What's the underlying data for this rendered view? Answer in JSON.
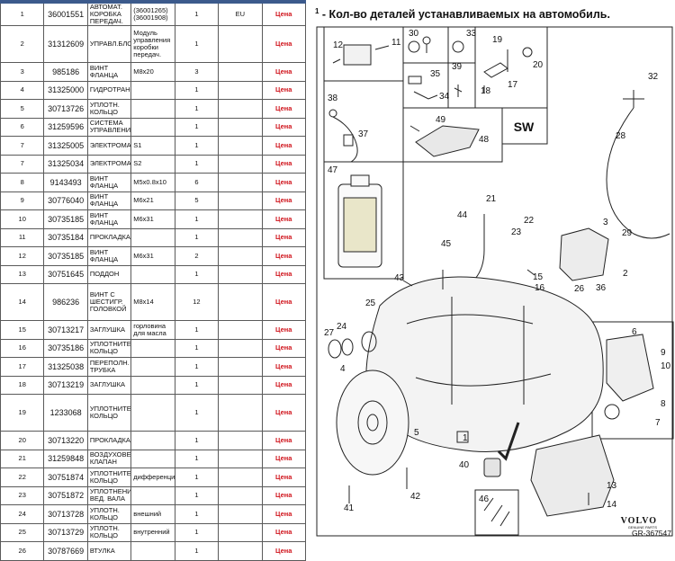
{
  "table": {
    "rows": [
      {
        "no": "1",
        "part": "36001551",
        "desc": "АВТОМАТ. КОРОБКА ПЕРЕДАЧ.",
        "note": "(36001265) (36001908)",
        "qty": "1",
        "market": "EU",
        "price": "Цена"
      },
      {
        "no": "2",
        "part": "31312609",
        "desc": "УПРАВЛ.БЛОК",
        "note": "Модуль управления коробки передач.",
        "qty": "1",
        "market": "",
        "price": "Цена"
      },
      {
        "no": "3",
        "part": "985186",
        "desc": "ВИНТ ФЛАНЦА",
        "note": "M8x20",
        "qty": "3",
        "market": "",
        "price": "Цена"
      },
      {
        "no": "4",
        "part": "31325000",
        "desc": "ГИДРОТРАНСФОРМАТОР",
        "note": "",
        "qty": "1",
        "market": "",
        "price": "Цена"
      },
      {
        "no": "5",
        "part": "30713726",
        "desc": "УПЛОТН. КОЛЬЦО",
        "note": "",
        "qty": "1",
        "market": "",
        "price": "Цена"
      },
      {
        "no": "6",
        "part": "31259596",
        "desc": "СИСТЕМА УПРАВЛЕНИЯ",
        "note": "",
        "qty": "1",
        "market": "",
        "price": "Цена"
      },
      {
        "no": "7",
        "part": "31325005",
        "desc": "ЭЛЕКТРОМАГНИТ",
        "note": "S1",
        "qty": "1",
        "market": "",
        "price": "Цена"
      },
      {
        "no": "7",
        "part": "31325034",
        "desc": "ЭЛЕКТРОМАГНИТ",
        "note": "S2",
        "qty": "1",
        "market": "",
        "price": "Цена"
      },
      {
        "no": "8",
        "part": "9143493",
        "desc": "ВИНТ ФЛАНЦА",
        "note": "M5x0.8x10",
        "qty": "6",
        "market": "",
        "price": "Цена"
      },
      {
        "no": "9",
        "part": "30776040",
        "desc": "ВИНТ ФЛАНЦА",
        "note": "M6x21",
        "qty": "5",
        "market": "",
        "price": "Цена"
      },
      {
        "no": "10",
        "part": "30735185",
        "desc": "ВИНТ ФЛАНЦА",
        "note": "M6x31",
        "qty": "1",
        "market": "",
        "price": "Цена"
      },
      {
        "no": "11",
        "part": "30735184",
        "desc": "ПРОКЛАДКА",
        "note": "",
        "qty": "1",
        "market": "",
        "price": "Цена"
      },
      {
        "no": "12",
        "part": "30735185",
        "desc": "ВИНТ ФЛАНЦА",
        "note": "M6x31",
        "qty": "2",
        "market": "",
        "price": "Цена"
      },
      {
        "no": "13",
        "part": "30751645",
        "desc": "ПОДДОН",
        "note": "",
        "qty": "1",
        "market": "",
        "price": "Цена"
      },
      {
        "no": "14",
        "part": "986236",
        "desc": "ВИНТ С ШЕСТИГР. ГОЛОВКОЙ",
        "note": "M8x14",
        "qty": "12",
        "market": "",
        "price": "Цена"
      },
      {
        "no": "15",
        "part": "30713217",
        "desc": "ЗАГЛУШКА",
        "note": "горловина для масла",
        "qty": "1",
        "market": "",
        "price": "Цена"
      },
      {
        "no": "16",
        "part": "30735186",
        "desc": "УПЛОТНИТЕЛЬНОЕ КОЛЬЦО",
        "note": "",
        "qty": "1",
        "market": "",
        "price": "Цена"
      },
      {
        "no": "17",
        "part": "31325038",
        "desc": "ПЕРЕПОЛН. ТРУБКА",
        "note": "",
        "qty": "1",
        "market": "",
        "price": "Цена"
      },
      {
        "no": "18",
        "part": "30713219",
        "desc": "ЗАГЛУШКА",
        "note": "",
        "qty": "1",
        "market": "",
        "price": "Цена"
      },
      {
        "no": "19",
        "part": "1233068",
        "desc": "УПЛОТНИТЕЛЬНОЕ КОЛЬЦО",
        "note": "",
        "qty": "1",
        "market": "",
        "price": "Цена"
      },
      {
        "no": "20",
        "part": "30713220",
        "desc": "ПРОКЛАДКА",
        "note": "",
        "qty": "1",
        "market": "",
        "price": "Цена"
      },
      {
        "no": "21",
        "part": "31259848",
        "desc": "ВОЗДУХОВЕНТИЛ. КЛАПАН",
        "note": "",
        "qty": "1",
        "market": "",
        "price": "Цена"
      },
      {
        "no": "22",
        "part": "30751874",
        "desc": "УПЛОТНИТЕЛЬНОЕ КОЛЬЦО",
        "note": "дифференциал",
        "qty": "1",
        "market": "",
        "price": "Цена"
      },
      {
        "no": "23",
        "part": "30751872",
        "desc": "УПЛОТНЕНИЕ ВЕД. ВАЛА",
        "note": "",
        "qty": "1",
        "market": "",
        "price": "Цена"
      },
      {
        "no": "24",
        "part": "30713728",
        "desc": "УПЛОТН. КОЛЬЦО",
        "note": "внешний",
        "qty": "1",
        "market": "",
        "price": "Цена"
      },
      {
        "no": "25",
        "part": "30713729",
        "desc": "УПЛОТН. КОЛЬЦО",
        "note": "внутренний",
        "qty": "1",
        "market": "",
        "price": "Цена"
      },
      {
        "no": "26",
        "part": "30787669",
        "desc": "ВТУЛКА",
        "note": "",
        "qty": "1",
        "market": "",
        "price": "Цена"
      }
    ]
  },
  "diagram": {
    "footnote_marker": "1",
    "footnote_text": " - Кол-во деталей устанавливаемых на автомобиль.",
    "callouts": [
      "1",
      "2",
      "3",
      "4",
      "5",
      "6",
      "7",
      "8",
      "9",
      "10",
      "11",
      "12",
      "13",
      "14",
      "15",
      "16",
      "17",
      "18",
      "19",
      "20",
      "21",
      "22",
      "23",
      "24",
      "25",
      "26",
      "27",
      "28",
      "29",
      "30",
      "32",
      "33",
      "34",
      "35",
      "36",
      "37",
      "38",
      "39",
      "40",
      "41",
      "42",
      "43",
      "44",
      "45",
      "46",
      "47",
      "48",
      "49"
    ],
    "sw_label": "SW",
    "brand": "VOLVO",
    "brand_sub": "GENUINE PARTS",
    "ref": "GR-367547"
  }
}
